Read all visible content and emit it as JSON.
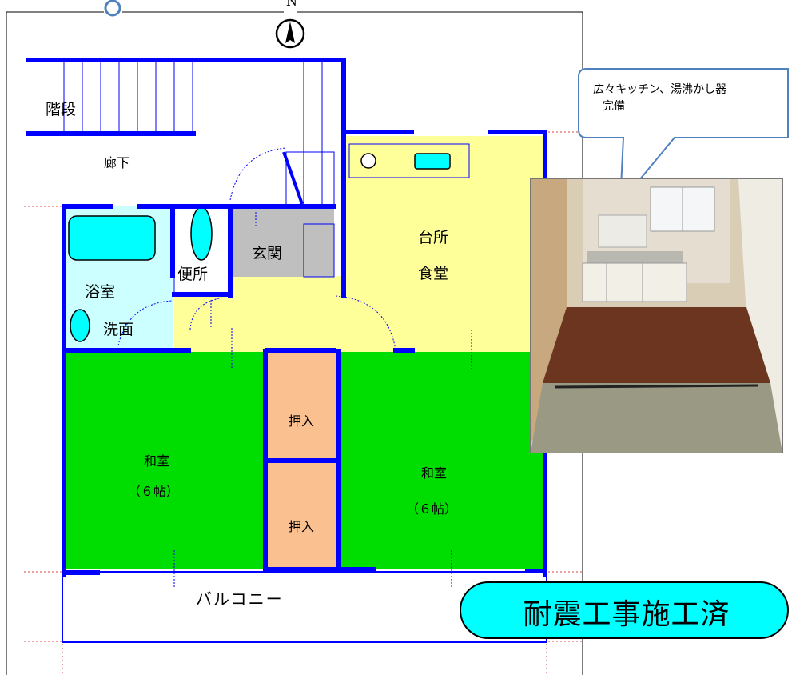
{
  "compass": {
    "label": "N"
  },
  "rooms": {
    "stairs": "階段",
    "corridor": "廊下",
    "bath": "浴室",
    "washroom": "洗面",
    "toilet": "便所",
    "entrance": "玄関",
    "kitchen": "台所",
    "dining": "食堂",
    "closet_upper": "押入",
    "closet_lower": "押入",
    "washitsu_left": {
      "name": "和室",
      "size": "（６帖）"
    },
    "washitsu_right": {
      "name": "和室",
      "size": "（６帖）"
    },
    "balcony": "バルコニー"
  },
  "callout": {
    "line1": "広々キッチン、湯沸かし器",
    "line2": "完備"
  },
  "badge": {
    "text": "耐震工事施工済"
  },
  "colors": {
    "wall": "#0000ff",
    "washitsu": "#00dd00",
    "kitchen": "#ffff99",
    "hall": "#ffff99",
    "bath": "#ccffff",
    "entrance": "#bfbfbf",
    "closet": "#fac090",
    "fixture": "#00ffff",
    "badge": "#00ffff",
    "callout_border": "#4f81bd"
  }
}
